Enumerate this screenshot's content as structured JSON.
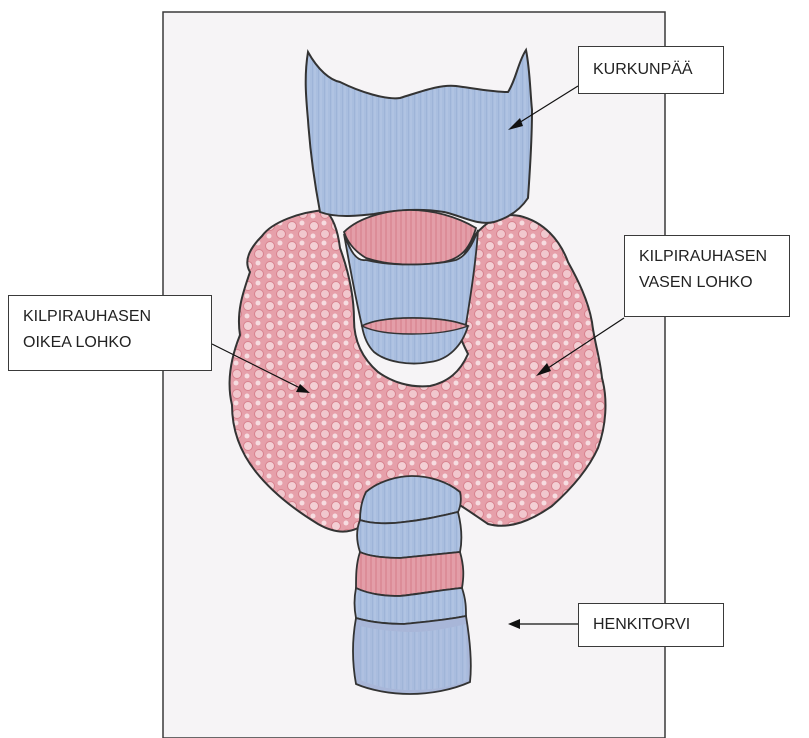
{
  "labels": {
    "larynx": "KURKUNPÄÄ",
    "left_lobe": [
      "KILPIRAUHASEN",
      "VASEN LOHKO"
    ],
    "right_lobe": [
      "KILPIRAUHASEN",
      "OIKEA LOHKO"
    ],
    "trachea": "HENKITORVI"
  },
  "colors": {
    "paper": "#f6f4f6",
    "frame": "#3a3a3a",
    "larynx_blue": "#a9bedf",
    "thyroid_red": "#e7a4ae",
    "outline": "#333333"
  }
}
